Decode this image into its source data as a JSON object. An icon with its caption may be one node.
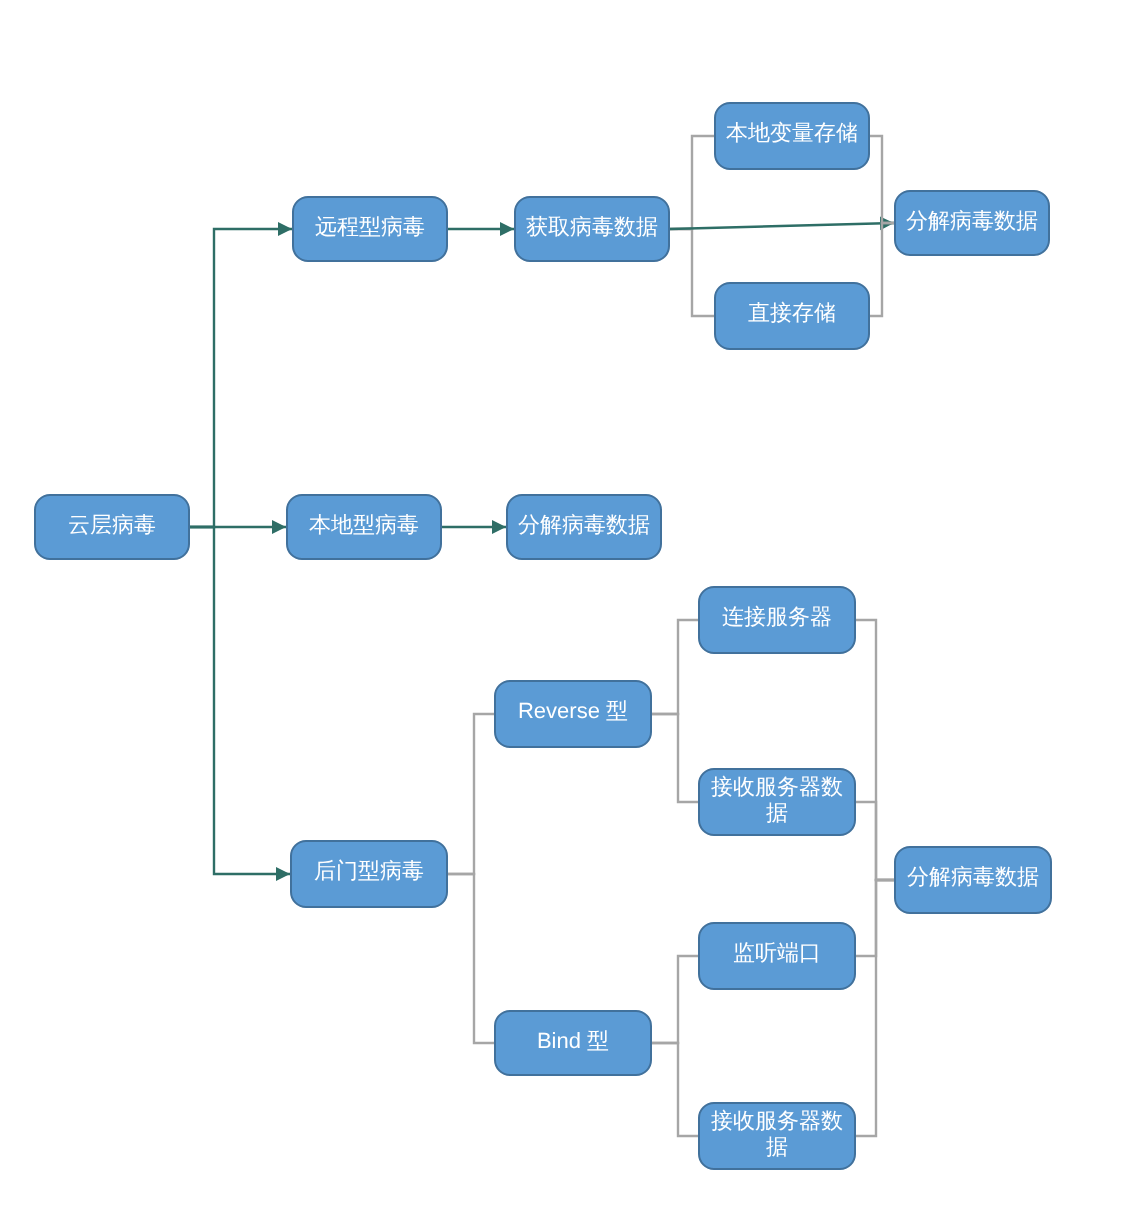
{
  "diagram": {
    "nodes": [
      {
        "text": [
          "云层病毒"
        ]
      },
      {
        "text": [
          "远程型病毒"
        ]
      },
      {
        "text": [
          "获取病毒数据"
        ]
      },
      {
        "text": [
          "本地变量存储"
        ]
      },
      {
        "text": [
          "直接存储"
        ]
      },
      {
        "text": [
          "分解病毒数据"
        ]
      },
      {
        "text": [
          "本地型病毒"
        ]
      },
      {
        "text": [
          "分解病毒数据"
        ]
      },
      {
        "text": [
          "后门型病毒"
        ]
      },
      {
        "text": [
          "Reverse 型"
        ]
      },
      {
        "text": [
          "连接服务器"
        ]
      },
      {
        "text": [
          "接收服务器数据"
        ]
      },
      {
        "text": [
          "Bind 型"
        ]
      },
      {
        "text": [
          "监听端口"
        ]
      },
      {
        "text": [
          "接收服务器数据"
        ]
      },
      {
        "text": [
          "分解病毒数据"
        ]
      }
    ],
    "edges": [
      {
        "from": 0,
        "to": 1,
        "arrow": "to",
        "color": "#2e6e66"
      },
      {
        "from": 0,
        "to": 6,
        "arrow": "to",
        "color": "#2e6e66"
      },
      {
        "from": 0,
        "to": 8,
        "arrow": "to",
        "color": "#2e6e66"
      },
      {
        "from": 1,
        "to": 2,
        "arrow": "to",
        "color": "#2e6e66"
      },
      {
        "from": 2,
        "to": 3,
        "arrow": "none"
      },
      {
        "from": 2,
        "to": 4,
        "arrow": "none"
      },
      {
        "from": 2,
        "to": 5,
        "arrow": "to",
        "color": "#2e6e66"
      },
      {
        "from": 3,
        "to": 5,
        "arrow": "none"
      },
      {
        "from": 4,
        "to": 5,
        "arrow": "none"
      },
      {
        "from": 6,
        "to": 7,
        "arrow": "to",
        "color": "#2e6e66"
      },
      {
        "from": 8,
        "to": 9,
        "arrow": "none"
      },
      {
        "from": 8,
        "to": 12,
        "arrow": "none"
      },
      {
        "from": 9,
        "to": 10,
        "arrow": "none"
      },
      {
        "from": 9,
        "to": 11,
        "arrow": "none"
      },
      {
        "from": 12,
        "to": 13,
        "arrow": "none"
      },
      {
        "from": 12,
        "to": 14,
        "arrow": "none"
      },
      {
        "from": 10,
        "to": 15,
        "arrow": "none"
      },
      {
        "from": 11,
        "to": 15,
        "arrow": "none"
      },
      {
        "from": 13,
        "to": 15,
        "arrow": "none"
      },
      {
        "from": 14,
        "to": 15,
        "arrow": "none"
      }
    ]
  }
}
